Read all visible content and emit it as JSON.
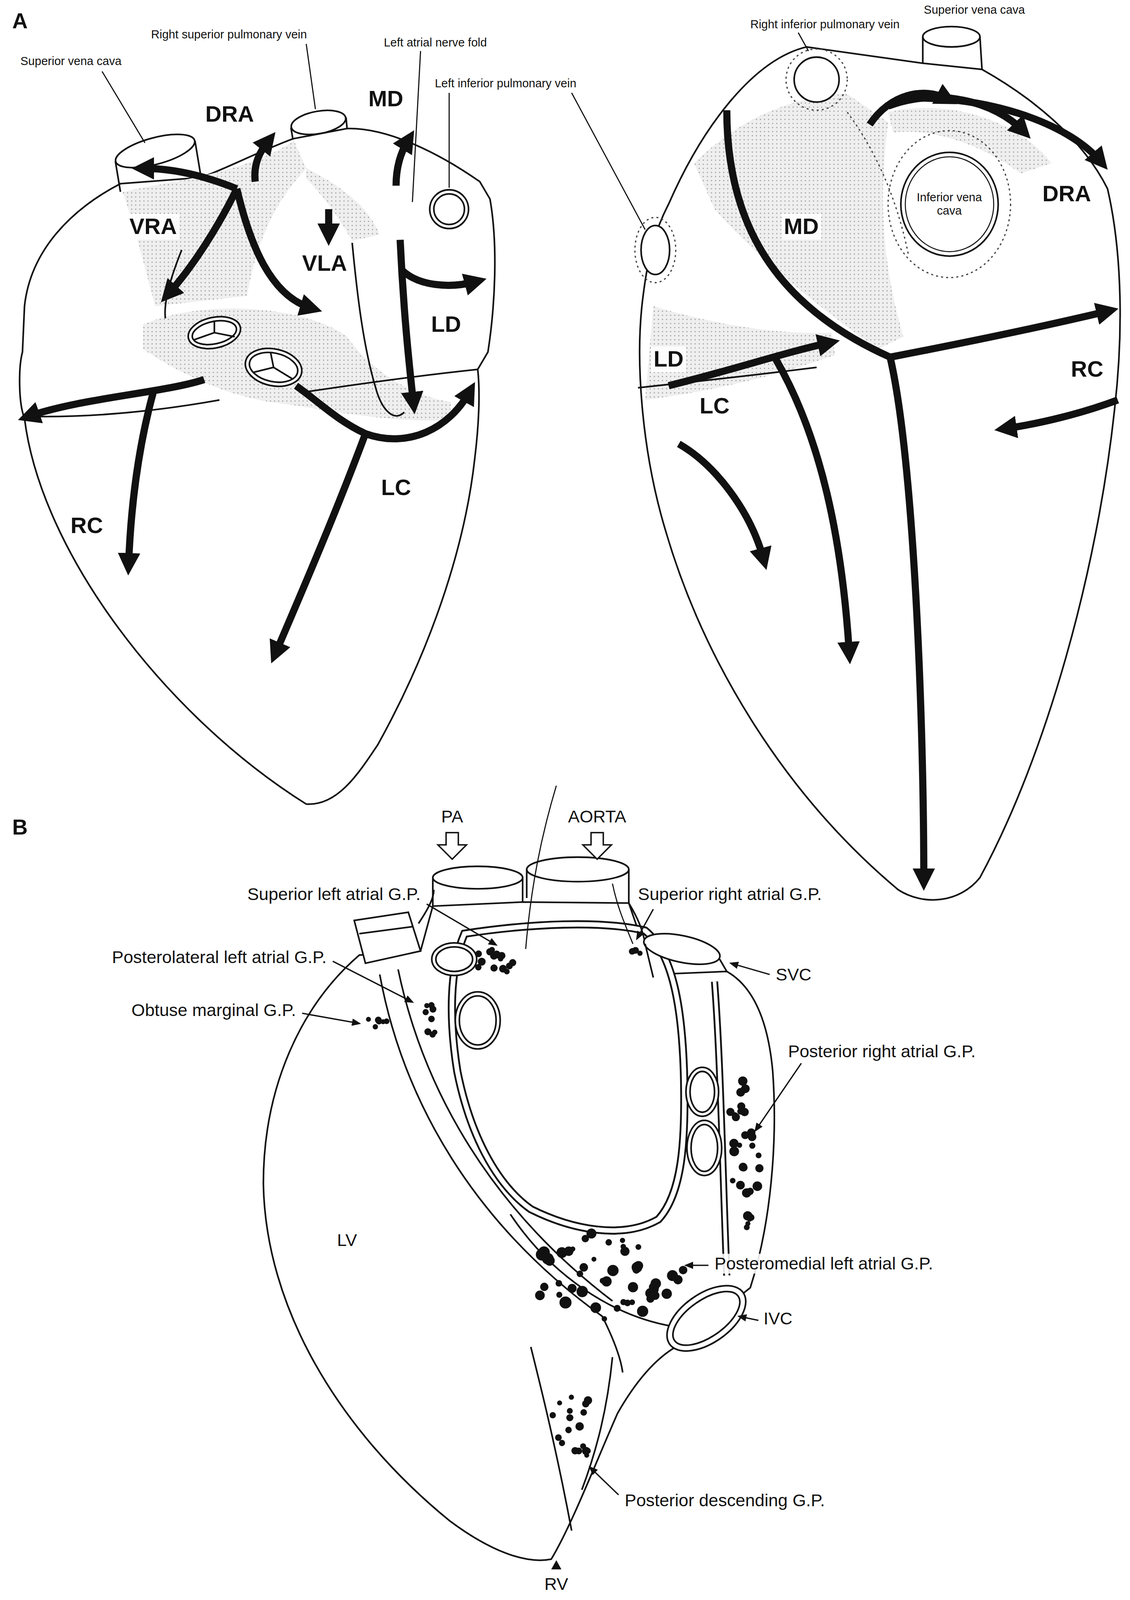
{
  "diagram": {
    "nodes": [
      {
        "text": [
          "Inferior vena cava"
        ]
      }
    ],
    "labels": [
      "A",
      "Superior vena cava",
      "Right superior pulmonary vein",
      "Left atrial nerve fold",
      "Left inferior pulmonary vein",
      "DRA",
      "MD",
      "VRA",
      "VLA",
      "LD",
      "RC",
      "LC",
      "Right inferior pulmonary vein",
      "Superior vena cava",
      "MD",
      "DRA",
      "LD",
      "LC",
      "RC",
      "B",
      "PA",
      "AORTA",
      "Superior left atrial G.P.",
      "Superior right atrial G.P.",
      "SVC",
      "Posterolateral left atrial G.P.",
      "Obtuse marginal G.P.",
      "Posterior right atrial G.P.",
      "LV",
      "Posteromedial left atrial G.P.",
      "IVC",
      "Posterior descending G.P.",
      "RV"
    ]
  }
}
